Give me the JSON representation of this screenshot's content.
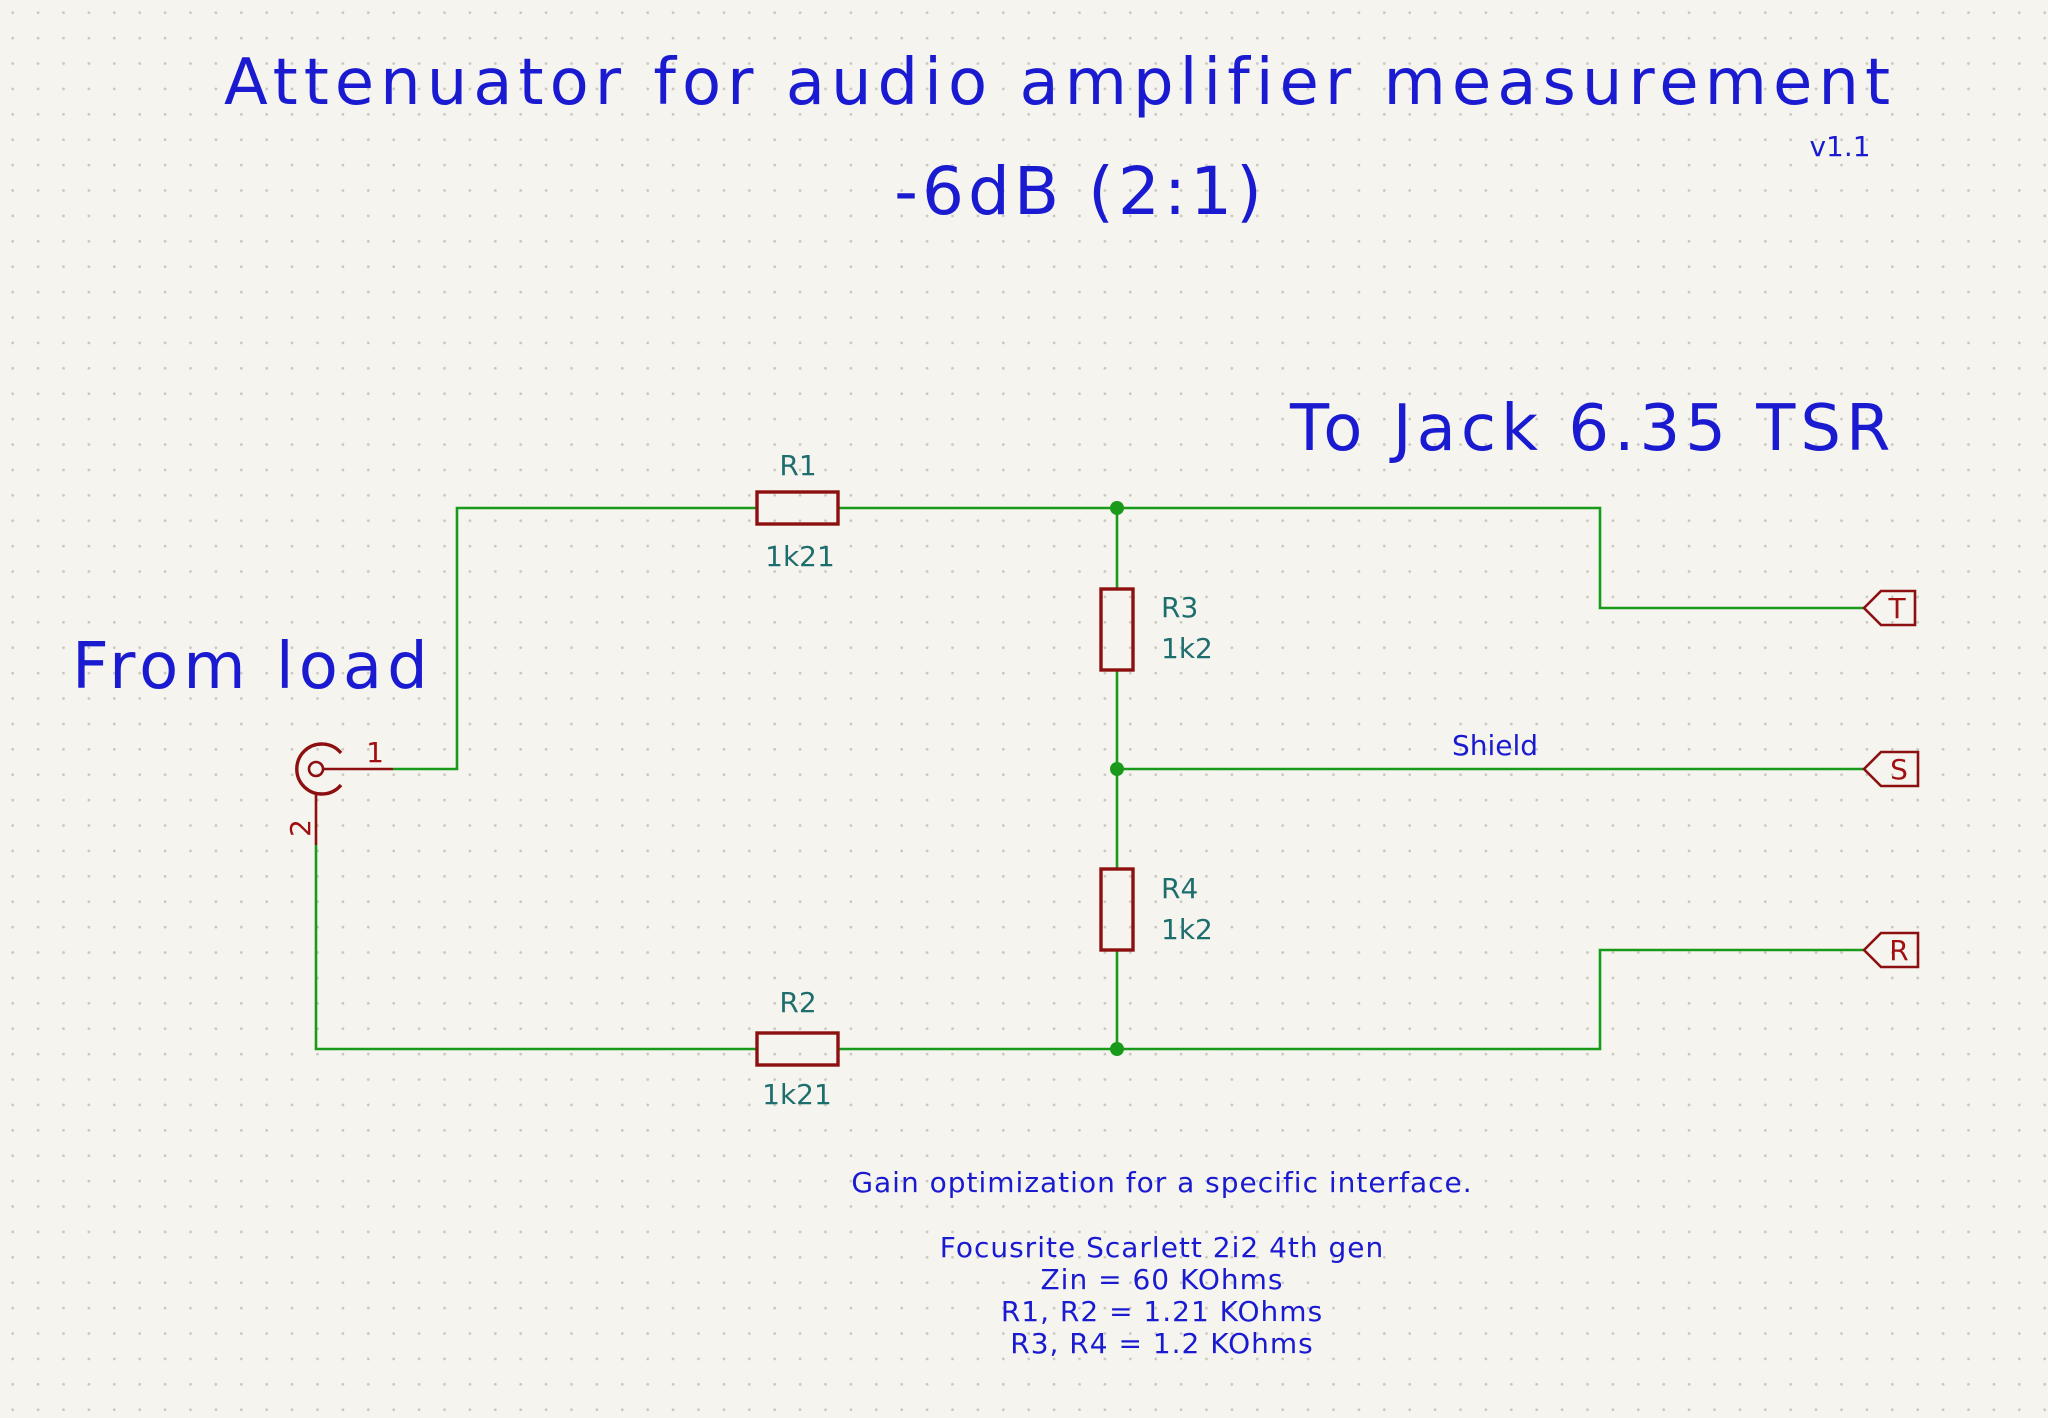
{
  "title": {
    "main": "Attenuator for audio amplifier measurement",
    "subtitle": "-6dB (2:1)",
    "version": "v1.1"
  },
  "labels": {
    "from_load": "From load",
    "to_jack": "To Jack 6.35 TSR",
    "shield_net": "Shield"
  },
  "components": {
    "r1": {
      "ref": "R1",
      "value": "1k21"
    },
    "r2": {
      "ref": "R2",
      "value": "1k21"
    },
    "r3": {
      "ref": "R3",
      "value": "1k2"
    },
    "r4": {
      "ref": "R4",
      "value": "1k2"
    },
    "connector": {
      "pin1": "1",
      "pin2": "2"
    }
  },
  "ports": {
    "t": "T",
    "s": "S",
    "r": "R"
  },
  "notes": {
    "line1": "Gain optimization for a specific interface.",
    "line2": "Focusrite Scarlett 2i2 4th gen",
    "line3": "Zin = 60 KOhms",
    "line4": "R1, R2 = 1.21 KOhms",
    "line5": "R3, R4 = 1.2 KOhms"
  },
  "colors": {
    "background": "#f5f4ef",
    "grid_dot": "#c9c8c0",
    "wire": "#1a9a1a",
    "component": "#8c1010",
    "text": "#1a1ad0",
    "reference": "#1e6e6e"
  },
  "icons": {
    "connector": "coaxial-connector-icon",
    "resistor": "resistor-icon",
    "port": "hierarchical-label-icon"
  }
}
